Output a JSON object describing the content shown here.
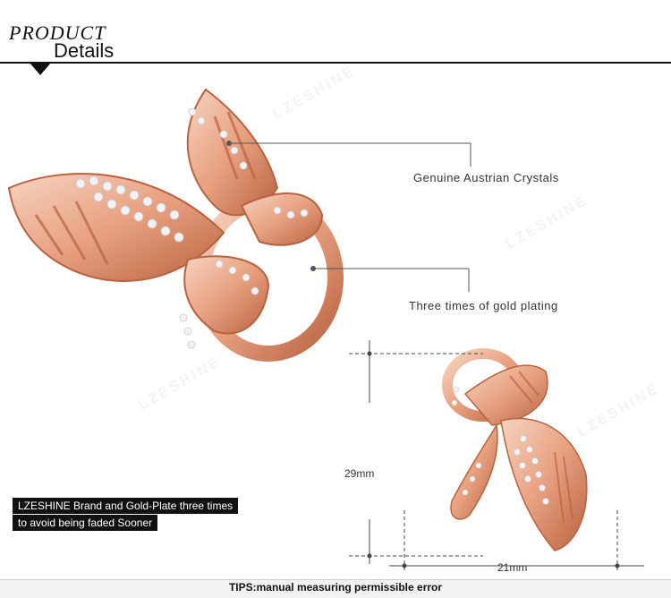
{
  "header": {
    "title_top": "PRODUCT",
    "title_bottom": "Details"
  },
  "callouts": {
    "crystals": "Genuine Austrian Crystals",
    "plating": "Three times of gold plating"
  },
  "brand_lines": {
    "line1": "LZESHINE Brand and Gold-Plate three times",
    "line2": "to avoid being faded Sooner"
  },
  "dimensions": {
    "height": "29mm",
    "width": "21mm"
  },
  "tips": "TIPS:manual measuring permissible error",
  "watermark": "LZESHINE",
  "colors": {
    "rose_gold": "#e7a07f",
    "rose_gold_dark": "#b8623f",
    "rose_gold_light": "#f7d3c0",
    "crystal": "#f2f2f4"
  }
}
